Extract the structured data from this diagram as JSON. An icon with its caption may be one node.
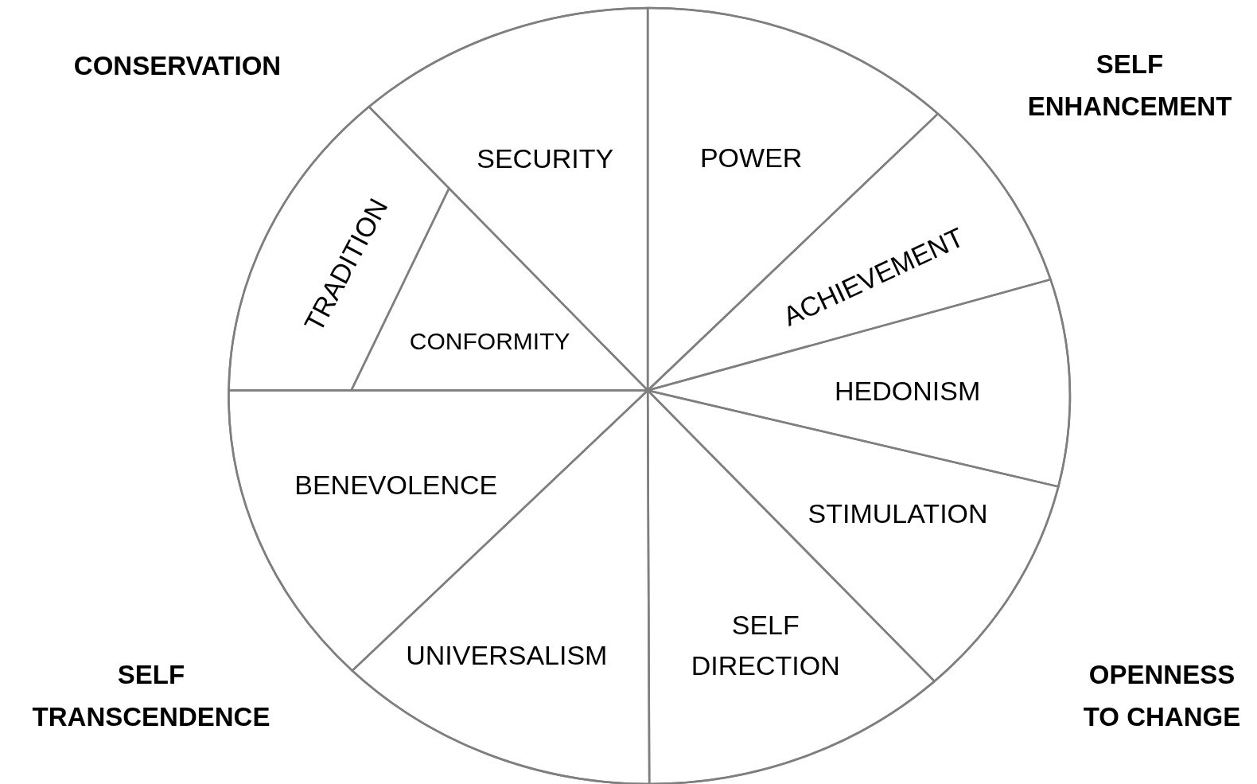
{
  "diagram": {
    "nodes": [
      {
        "text": [
          "SECURITY"
        ]
      },
      {
        "text": [
          "POWER"
        ]
      },
      {
        "text": [
          "ACHIEVEMENT"
        ]
      },
      {
        "text": [
          "HEDONISM"
        ]
      },
      {
        "text": [
          "STIMULATION"
        ]
      },
      {
        "text": [
          "SELF DIRECTION"
        ]
      },
      {
        "text": [
          "UNIVERSALISM"
        ]
      },
      {
        "text": [
          "BENEVOLENCE"
        ]
      },
      {
        "text": [
          "TRADITION"
        ]
      },
      {
        "text": [
          "CONFORMITY"
        ]
      }
    ],
    "labels": [
      "CONSERVATION",
      "SELF ENHANCEMENT",
      "SELF TRANSCENDENCE",
      "OPENNESS TO CHANGE"
    ]
  }
}
